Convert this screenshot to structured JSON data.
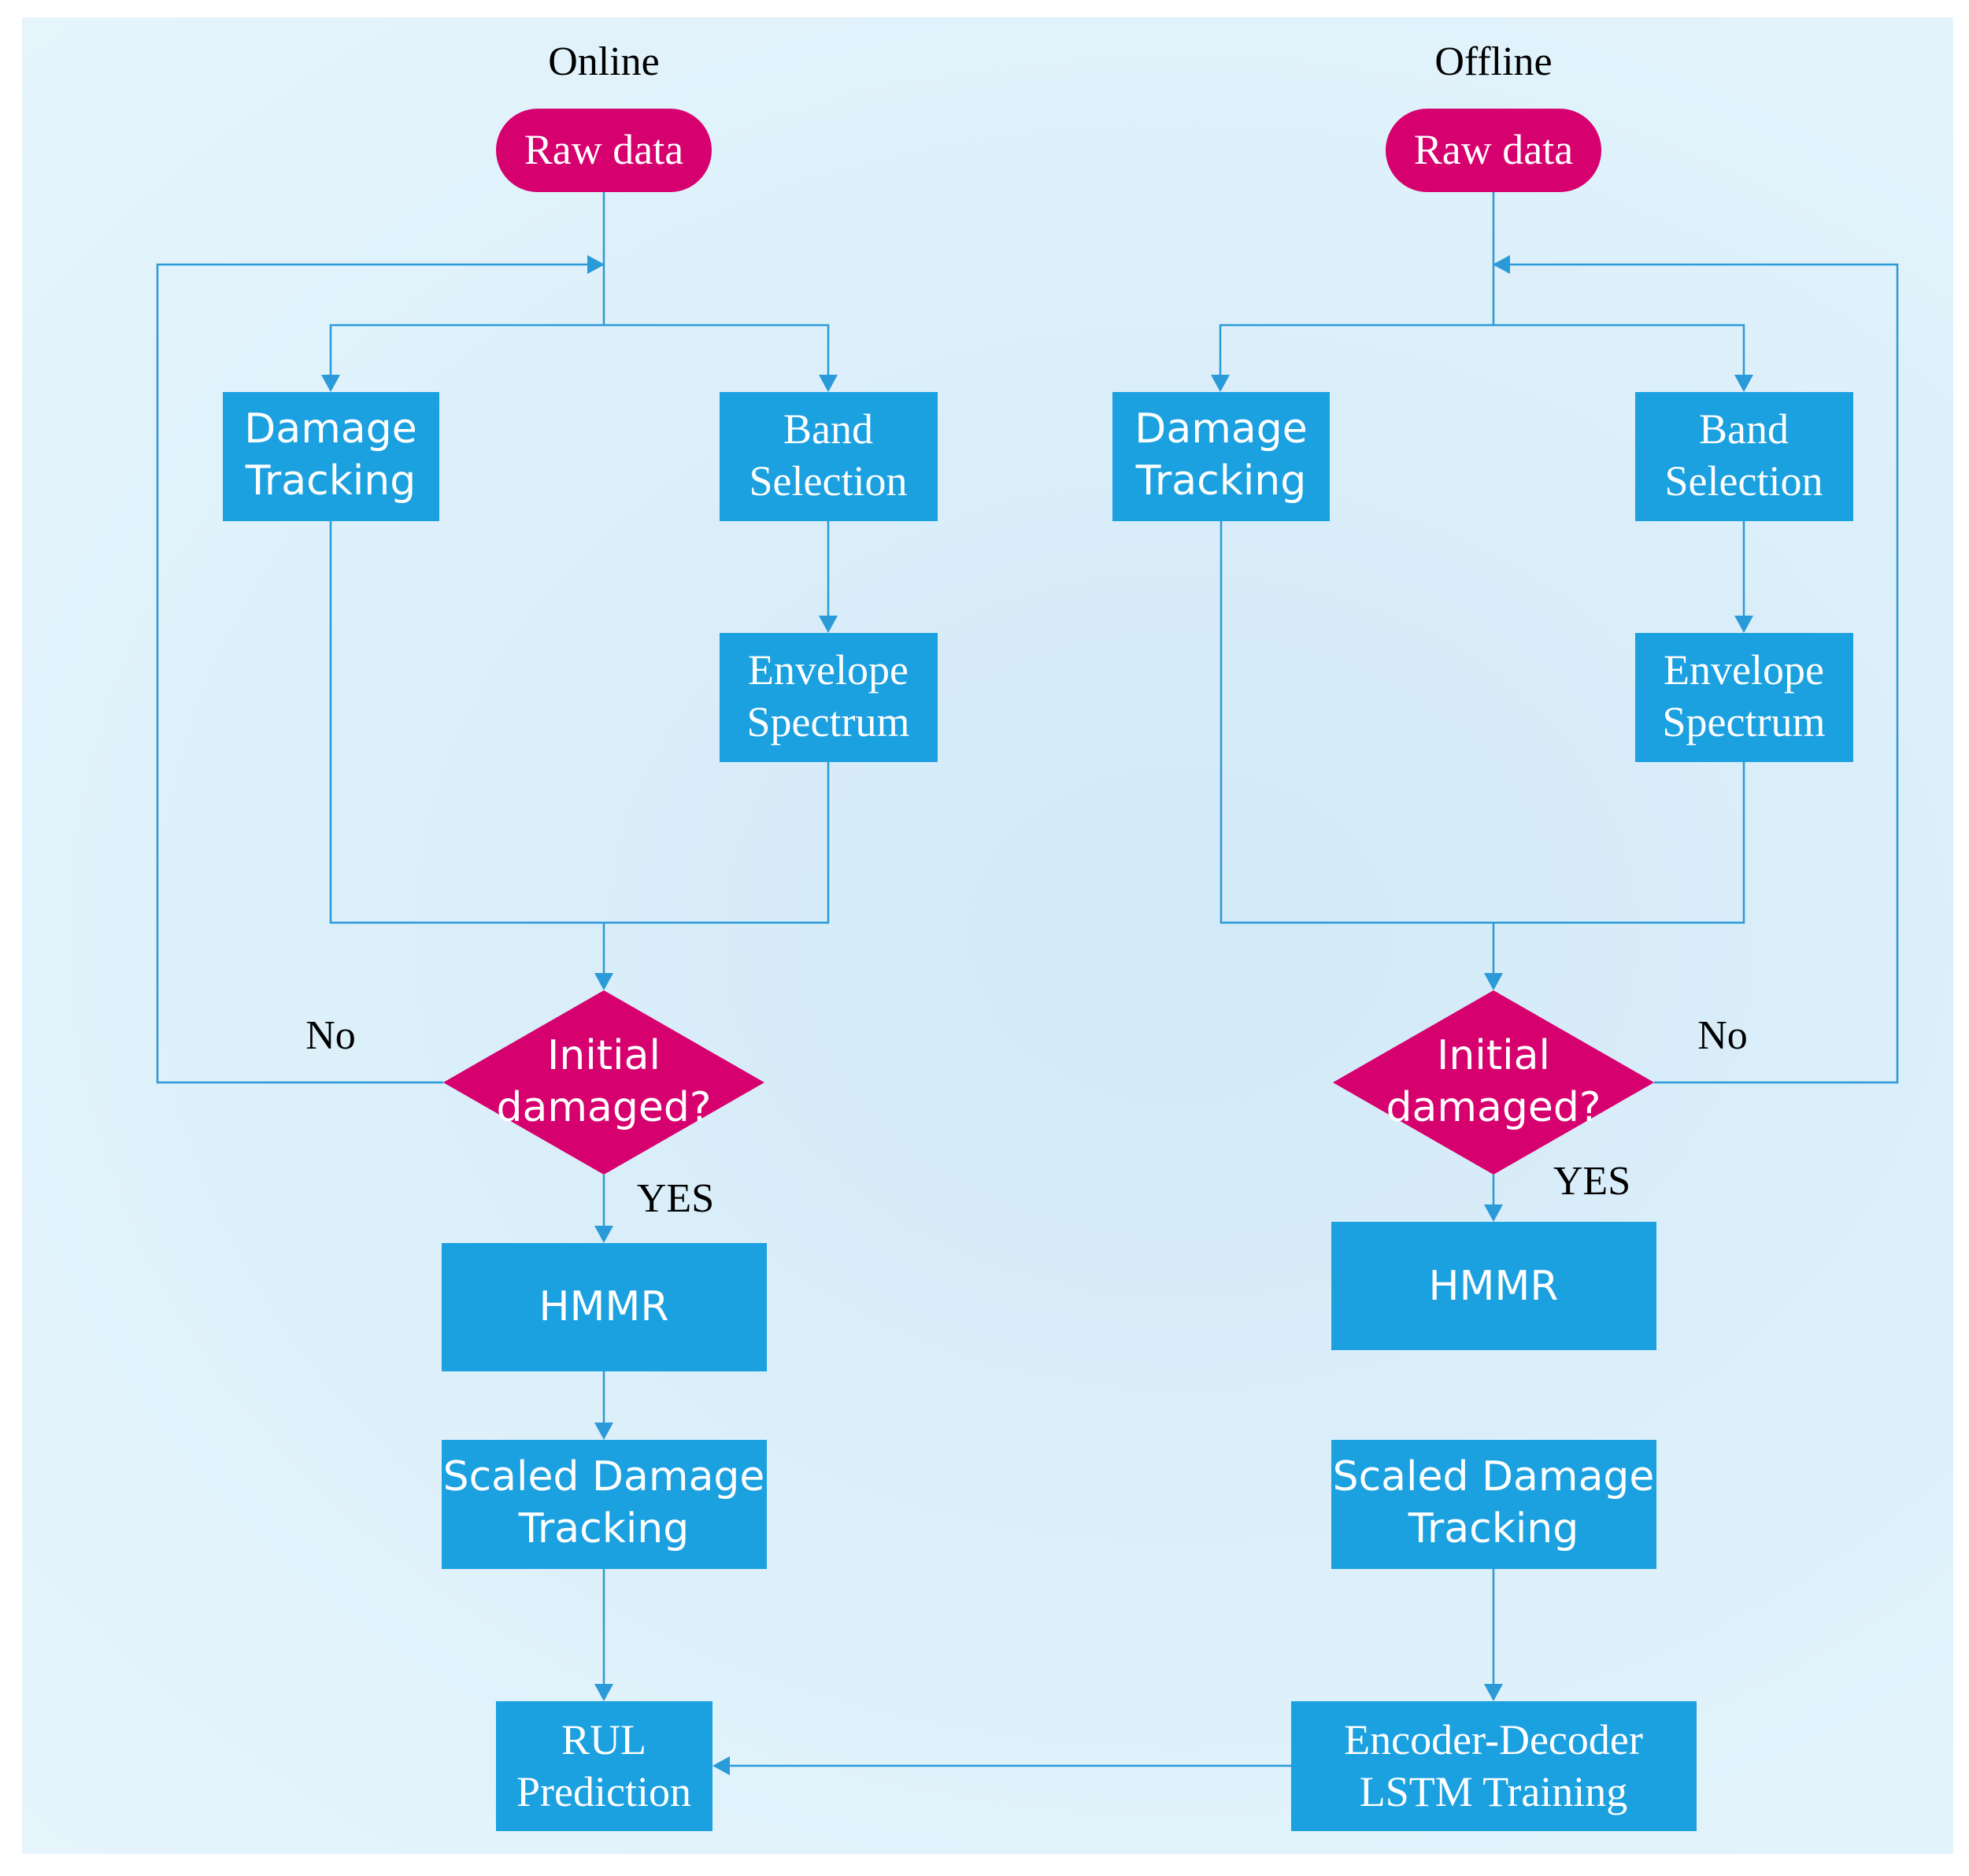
{
  "diagram": {
    "colors": {
      "process_box": "#1ba0e0",
      "terminal_decision": "#d6006f",
      "connector": "#2a9ad8",
      "background": "#d8edf8"
    },
    "online": {
      "heading": "Online",
      "raw_data": "Raw data",
      "damage_tracking": [
        "Damage",
        "Tracking"
      ],
      "band_selection": [
        "Band",
        "Selection"
      ],
      "envelope_spectrum": [
        "Envelope",
        "Spectrum"
      ],
      "decision": [
        "Initial",
        "damaged?"
      ],
      "no_label": "No",
      "yes_label": "YES",
      "hmmr": "HMMR",
      "scaled_damage_tracking": [
        "Scaled Damage",
        "Tracking"
      ],
      "rul_prediction": [
        "RUL",
        "Prediction"
      ]
    },
    "offline": {
      "heading": "Offline",
      "raw_data": "Raw data",
      "damage_tracking": [
        "Damage",
        "Tracking"
      ],
      "band_selection": [
        "Band",
        "Selection"
      ],
      "envelope_spectrum": [
        "Envelope",
        "Spectrum"
      ],
      "decision": [
        "Initial",
        "damaged?"
      ],
      "no_label": "No",
      "yes_label": "YES",
      "hmmr": "HMMR",
      "scaled_damage_tracking": [
        "Scaled Damage",
        "Tracking"
      ],
      "lstm_training": [
        "Encoder-Decoder",
        "LSTM Training"
      ]
    }
  }
}
